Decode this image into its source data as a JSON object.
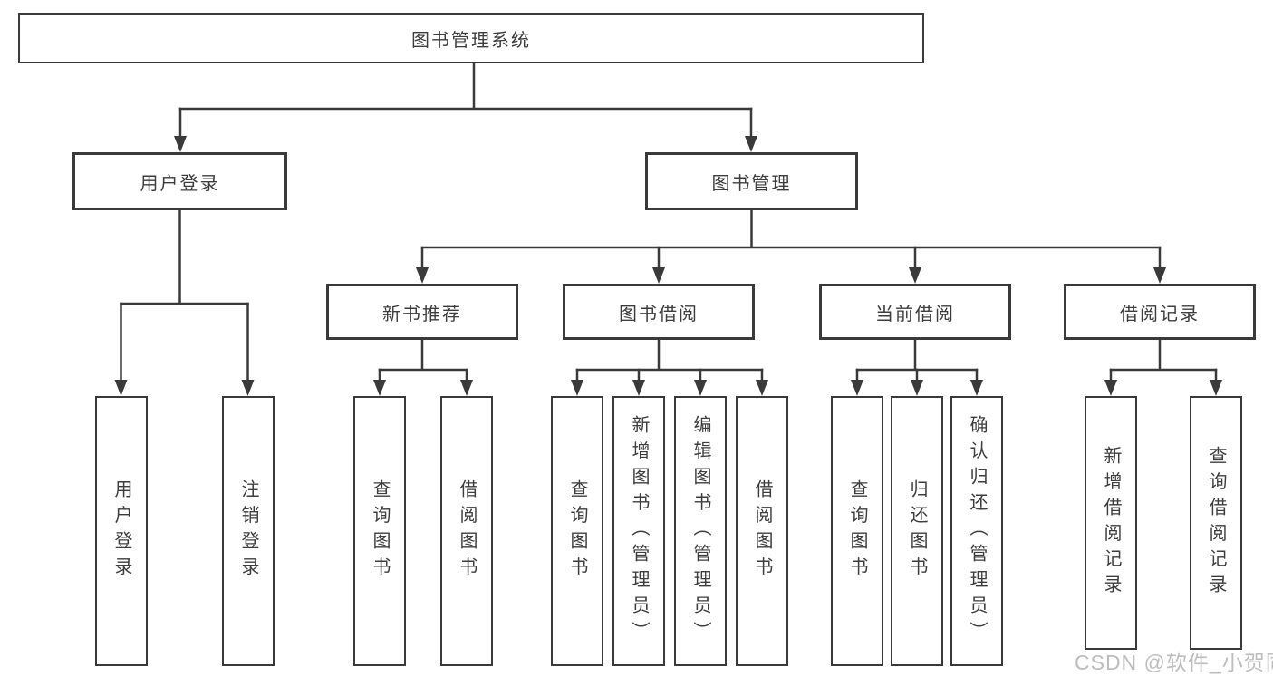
{
  "colors": {
    "line": "#3a3a3a",
    "text": "#3d3d3d",
    "background": "#ffffff",
    "watermark": "#bdbdbd"
  },
  "root": {
    "label": "图书管理系统"
  },
  "level2": {
    "user_login": {
      "label": "用户登录"
    },
    "book_management": {
      "label": "图书管理"
    }
  },
  "level3": {
    "new_book_recommend": {
      "label": "新书推荐"
    },
    "book_borrow": {
      "label": "图书借阅"
    },
    "current_borrow": {
      "label": "当前借阅"
    },
    "borrow_records": {
      "label": "借阅记录"
    }
  },
  "leaves": {
    "user_login_children": [
      {
        "label": "用户登录"
      },
      {
        "label": "注销登录"
      }
    ],
    "new_book_children": [
      {
        "label": "查询图书"
      },
      {
        "label": "借阅图书"
      }
    ],
    "book_borrow_children": [
      {
        "label": "查询图书"
      },
      {
        "label": "新增图书（管理员）"
      },
      {
        "label": "编辑图书（管理员）"
      },
      {
        "label": "借阅图书"
      }
    ],
    "current_borrow_children": [
      {
        "label": "查询图书"
      },
      {
        "label": "归还图书"
      },
      {
        "label": "确认归还（管理员）"
      }
    ],
    "borrow_records_children": [
      {
        "label": "新增借阅记录"
      },
      {
        "label": "查询借阅记录"
      }
    ]
  },
  "watermark": {
    "text": "CSDN @软件_小贺同学"
  }
}
